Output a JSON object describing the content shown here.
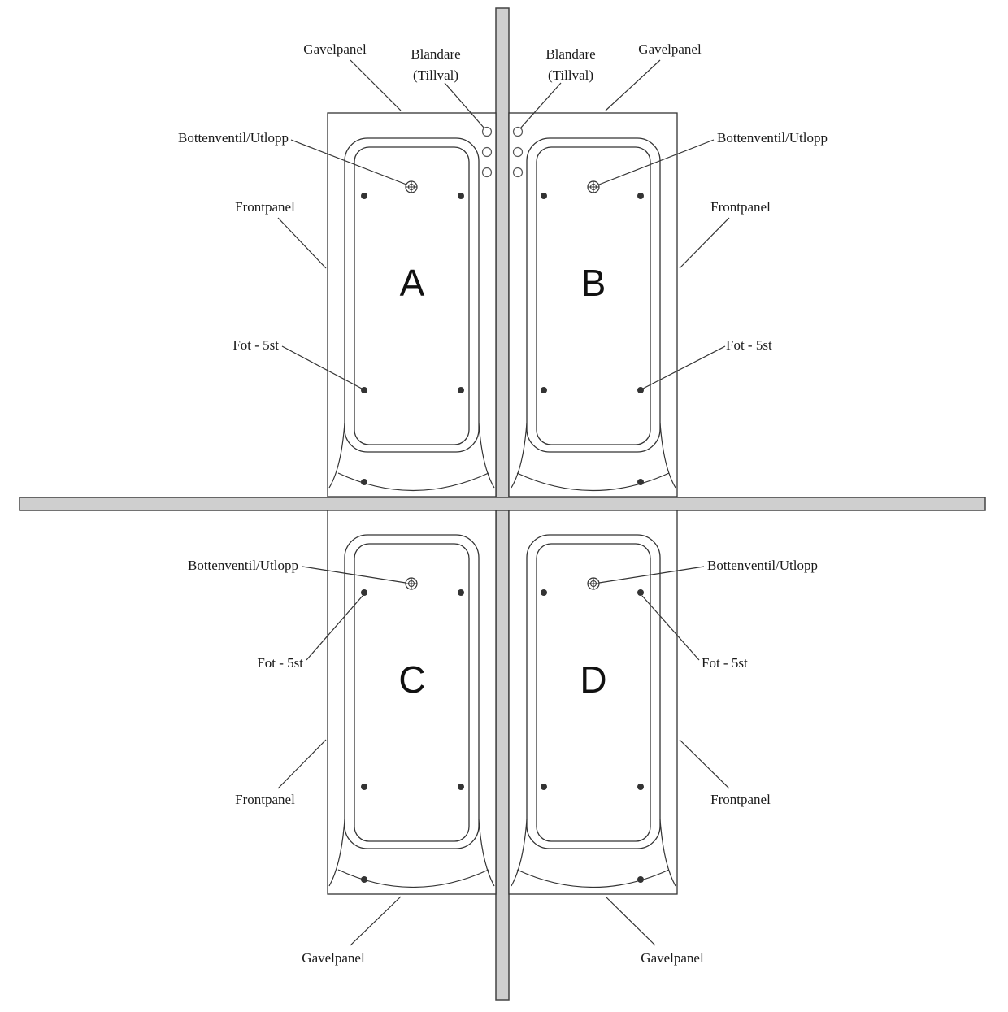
{
  "diagram": {
    "tubs": [
      {
        "letter": "A"
      },
      {
        "letter": "B"
      },
      {
        "letter": "C"
      },
      {
        "letter": "D"
      }
    ],
    "labels": {
      "gavelpanel": "Gavelpanel",
      "blandare": "Blandare",
      "tillval": "(Tillval)",
      "bottenventil": "Bottenventil/Utlopp",
      "frontpanel": "Frontpanel",
      "fot": "Fot - 5st"
    },
    "colors": {
      "wall": "#cfcfcf",
      "line": "#333333",
      "background": "#ffffff"
    }
  }
}
